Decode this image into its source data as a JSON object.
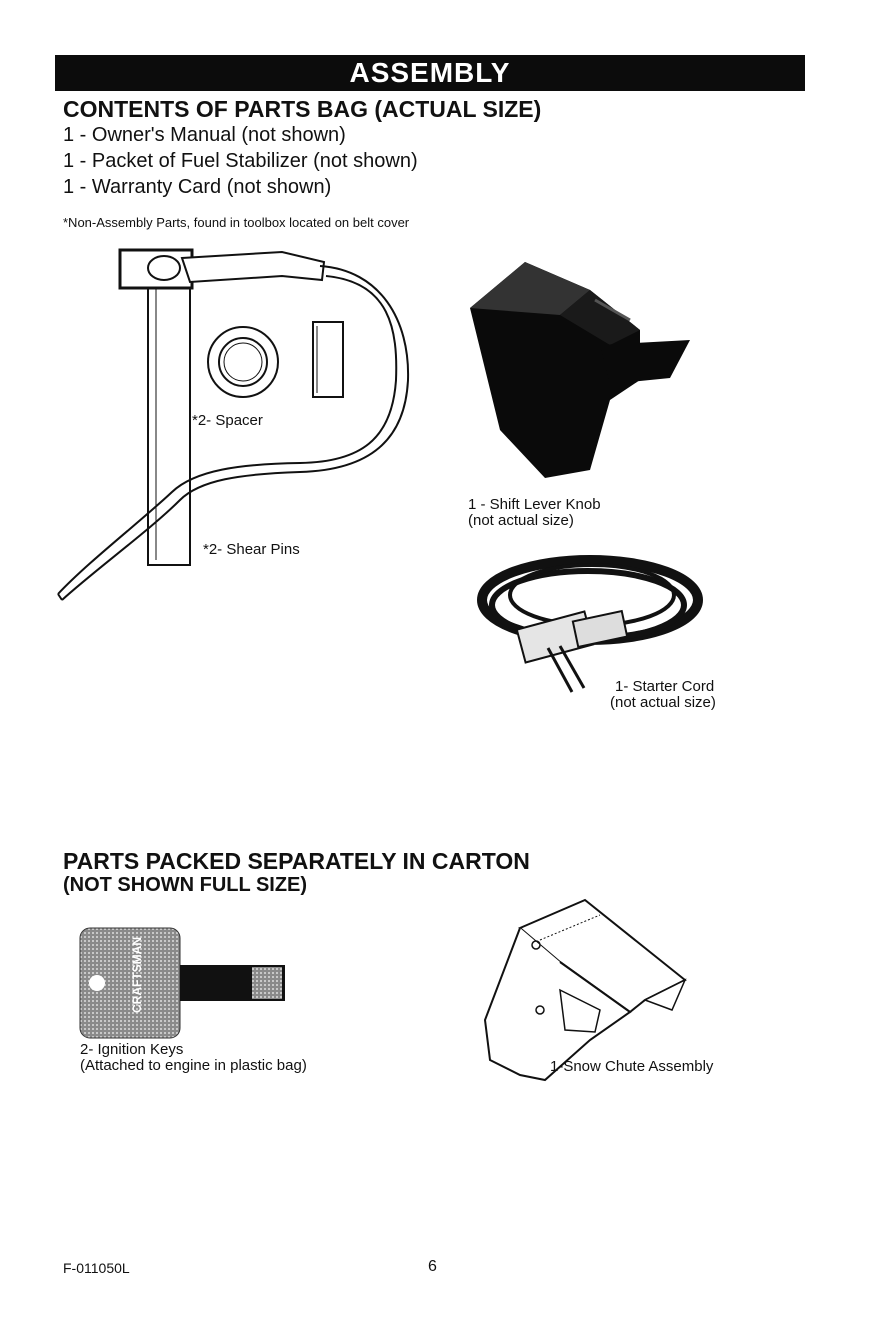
{
  "banner": "ASSEMBLY",
  "section1": {
    "title": "CONTENTS OF PARTS BAG (ACTUAL SIZE)",
    "items": [
      "1 - Owner's Manual (not shown)",
      "1 - Packet of Fuel Stabilizer (not shown)",
      "1 - Warranty Card (not shown)"
    ],
    "note": "*Non-Assembly Parts, found in toolbox located on belt cover"
  },
  "parts_bag": {
    "spacer": "*2- Spacer",
    "shear_pins": "*2- Shear Pins",
    "knob_line1": "1 - Shift Lever Knob",
    "knob_line2": "(not actual size)",
    "cord_line1": "1- Starter Cord",
    "cord_line2": "(not actual size)"
  },
  "section2": {
    "title_line1": "PARTS PACKED SEPARATELY IN CARTON",
    "title_line2": "(NOT SHOWN FULL SIZE)",
    "keys_line1": "2- Ignition Keys",
    "keys_line2": "(Attached to engine in plastic bag)",
    "key_brand": "CRAFTSMAN",
    "chute": "1-Snow Chute Assembly"
  },
  "footer": {
    "code": "F-011050L",
    "page": "6"
  }
}
